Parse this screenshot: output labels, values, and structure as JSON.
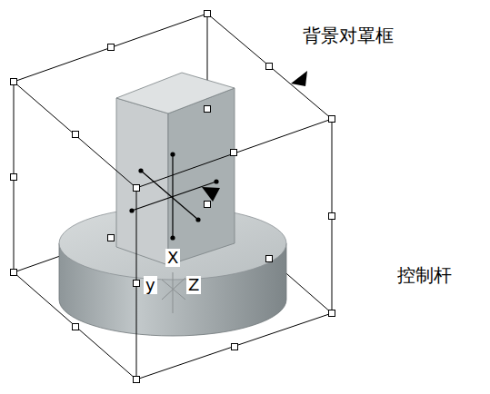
{
  "diagram": {
    "labels": [
      "背景对罩框",
      "控制杆",
      "X",
      "y",
      "Z"
    ]
  }
}
